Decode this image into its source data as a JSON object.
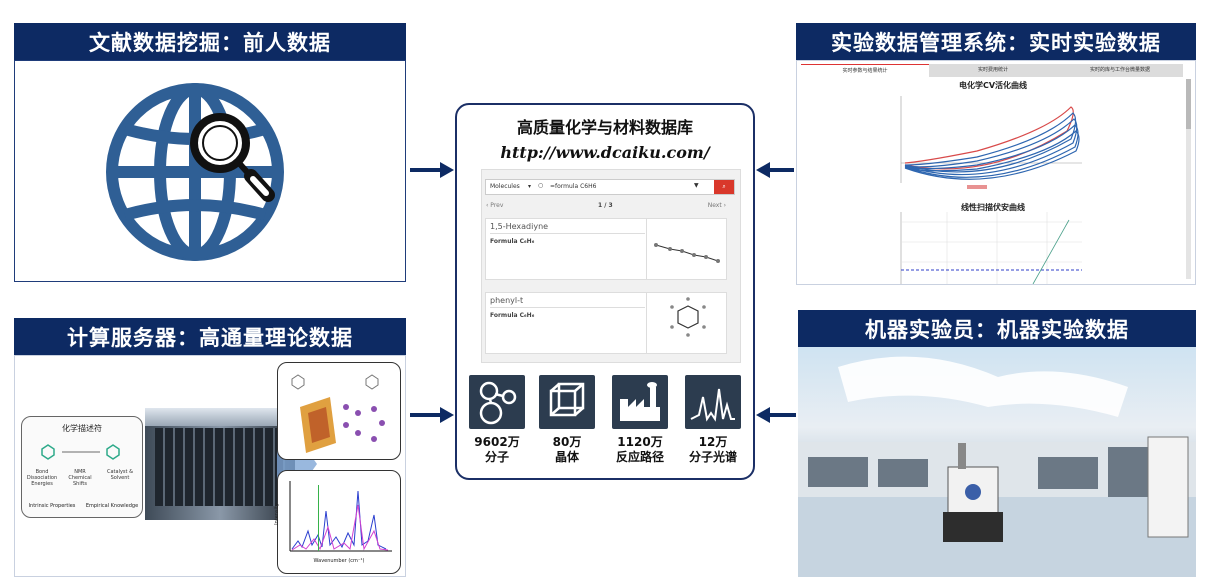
{
  "top_left": {
    "title": "文献数据挖掘：前人数据"
  },
  "bottom_left": {
    "title": "计算服务器：高通量理论数据",
    "descriptor_card": {
      "heading": "化学描述符",
      "items": [
        "Bond Dissociation Energies",
        "NMR Chemical Shifts",
        "Catalyst & Solvent"
      ],
      "footer_left": "Intrinsic Properties",
      "footer_right": "Empirical Knowledge"
    },
    "spectrum_xlabel": "Wavenumber (cm⁻¹)",
    "spectrum_ylabel": "Intensity"
  },
  "top_right": {
    "title": "实验数据管理系统：实时实验数据",
    "tabs": [
      "实时参数与结果统计",
      "实时费用统计",
      "实时的库与工作台微量数据"
    ],
    "chart1_title": "电化学CV活化曲线",
    "chart2_title": "线性扫描伏安曲线"
  },
  "bottom_right": {
    "title": "机器实验员：机器实验数据"
  },
  "center": {
    "title": "高质量化学与材料数据库",
    "url": "http://www.dcaiku.com/",
    "search": {
      "select": "Molecules",
      "query": "=formula C6H6"
    },
    "pager": {
      "prev": "‹ Prev",
      "page": "1 / 3",
      "next": "Next ›"
    },
    "results": [
      {
        "name": "1,5-Hexadiyne",
        "formula": "Formula C₆H₆"
      },
      {
        "name": "phenyl-t",
        "formula": "Formula C₆H₆"
      }
    ],
    "stats": [
      {
        "number": "9602万",
        "label": "分子",
        "icon": "molecule-icon"
      },
      {
        "number": "80万",
        "label": "晶体",
        "icon": "crystal-cube-icon"
      },
      {
        "number": "1120万",
        "label": "反应路径",
        "icon": "factory-icon"
      },
      {
        "number": "12万",
        "label": "分子光谱",
        "icon": "spectrum-icon"
      }
    ]
  },
  "colors": {
    "navy": "#0d2a63",
    "globe": "#2f5f95",
    "red_button": "#d9382b",
    "icon_bg": "#2c3c4f"
  }
}
